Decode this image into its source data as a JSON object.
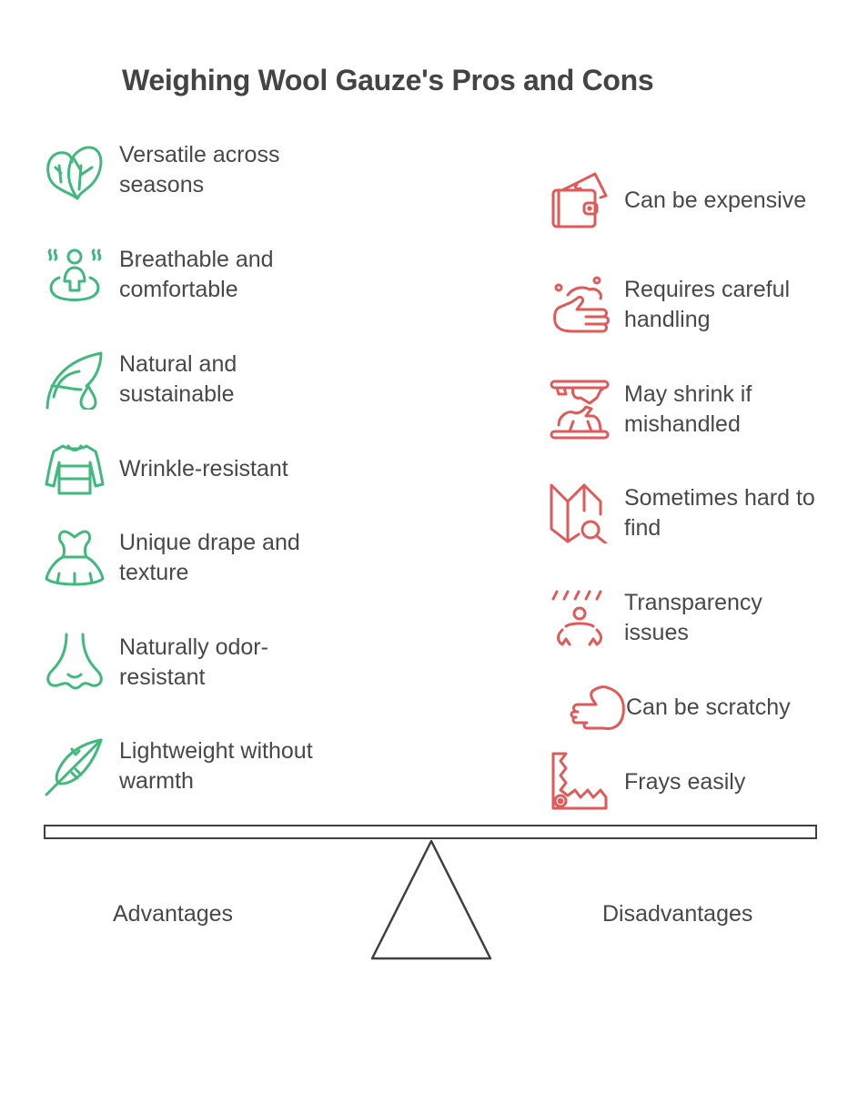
{
  "title": "Weighing Wool Gauze's Pros and Cons",
  "colors": {
    "pro": "#3fba7c",
    "con": "#e05a5a",
    "text": "#484848",
    "scale": "#404040"
  },
  "advantages": {
    "label": "Advantages",
    "items": [
      {
        "text": "Versatile across seasons",
        "icon": "leaves-icon"
      },
      {
        "text": "Breathable and comfortable",
        "icon": "person-breathing-icon"
      },
      {
        "text": "Natural and sustainable",
        "icon": "leaf-drop-icon"
      },
      {
        "text": "Wrinkle-resistant",
        "icon": "shirt-icon"
      },
      {
        "text": "Unique drape and texture",
        "icon": "dress-icon"
      },
      {
        "text": "Naturally odor-resistant",
        "icon": "nose-icon"
      },
      {
        "text": "Lightweight without warmth",
        "icon": "feather-icon"
      }
    ]
  },
  "disadvantages": {
    "label": "Disadvantages",
    "items": [
      {
        "text": "Can be expensive",
        "icon": "wallet-money-icon"
      },
      {
        "text": "Requires careful handling",
        "icon": "washing-hands-icon"
      },
      {
        "text": "May shrink if mishandled",
        "icon": "press-shrink-icon"
      },
      {
        "text": "Sometimes hard to find",
        "icon": "map-search-icon"
      },
      {
        "text": "Transparency issues",
        "icon": "person-rain-icon"
      },
      {
        "text": "Can be scratchy",
        "icon": "hand-point-icon"
      },
      {
        "text": "Frays easily",
        "icon": "trap-jaw-icon"
      }
    ]
  }
}
